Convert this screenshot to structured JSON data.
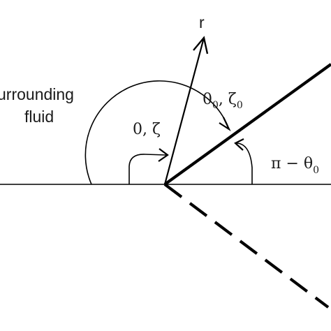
{
  "labels": {
    "surrounding_line1": "urrounding",
    "surrounding_line2": "fluid",
    "axis_r": "r",
    "angle_inner": "0, ζ",
    "angle_outer_theta": "0",
    "angle_outer_theta_sub": "0",
    "angle_outer_sep": ", ",
    "angle_outer_zeta": "ζ",
    "angle_outer_zeta_sub": "0",
    "complement_prefix": "π − θ",
    "complement_sub": "0"
  },
  "colors": {
    "stroke": "#000000",
    "text": "#1a1a1a",
    "background": "#ffffff"
  }
}
